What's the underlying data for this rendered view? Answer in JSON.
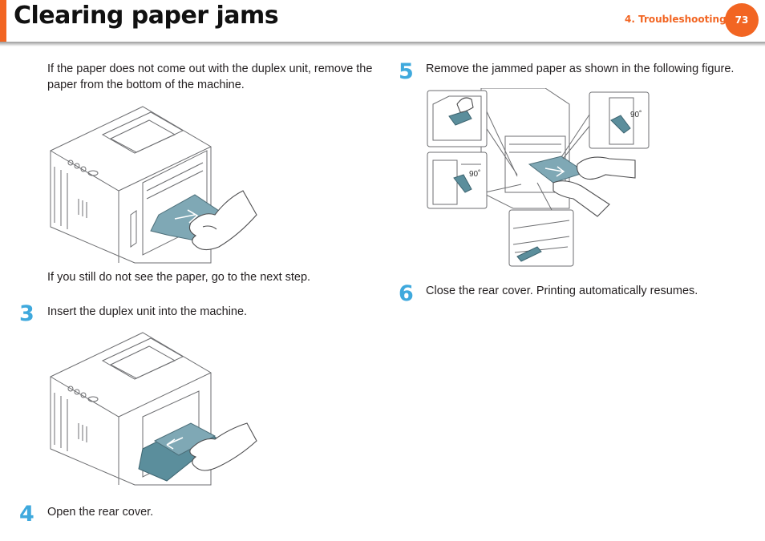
{
  "header": {
    "title": "Clearing paper jams",
    "section": "4.  Troubleshooting",
    "page_number": "73"
  },
  "left": {
    "intro": "If the paper does not come out with the duplex unit, remove the paper from the bottom of the machine.",
    "note": "If you still do not see the paper, go to the next step.",
    "step3_num": "3",
    "step3_text": "Insert the duplex unit into the machine.",
    "step4_num": "4",
    "step4_text": "Open the rear cover."
  },
  "right": {
    "step5_num": "5",
    "step5_text": "Remove the jammed paper as shown in the following figure.",
    "angle_label": "90˚",
    "step6_num": "6",
    "step6_text": "Close the rear cover. Printing automatically resumes."
  },
  "colors": {
    "accent": "#f26522",
    "step_number": "#3fa9dd",
    "paper_highlight": "#7fa8b5"
  }
}
